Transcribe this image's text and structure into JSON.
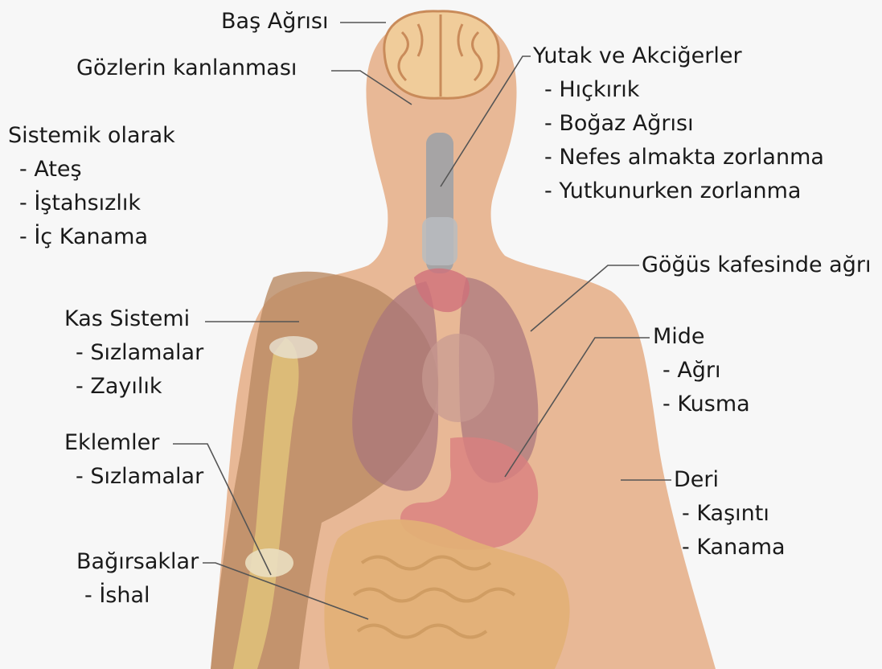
{
  "labels": {
    "headache": "Baş Ağrısı",
    "eye_redness": "Gözlerin kanlanması",
    "systemic": {
      "title": "Sistemik olarak",
      "items": [
        "- Ateş",
        "- İştahsızlık",
        "- İç Kanama"
      ]
    },
    "throat_lungs": {
      "title": "Yutak ve Akciğerler",
      "items": [
        "- Hıçkırık",
        "- Boğaz Ağrısı",
        "- Nefes almakta zorlanma",
        "- Yutkunurken zorlanma"
      ]
    },
    "chest_pain": "Göğüs kafesinde ağrı",
    "muscular": {
      "title": "Kas Sistemi",
      "items": [
        "- Sızlamalar",
        "- Zayılık"
      ]
    },
    "stomach": {
      "title": "Mide",
      "items": [
        "- Ağrı",
        "- Kusma"
      ]
    },
    "joints": {
      "title": "Eklemler",
      "items": [
        "- Sızlamalar"
      ]
    },
    "skin": {
      "title": "Deri",
      "items": [
        "- Kaşıntı",
        "- Kanama"
      ]
    },
    "intestines": {
      "title": "Bağırsaklar",
      "items": [
        "- İshal"
      ]
    }
  },
  "colors": {
    "background": "#f7f7f7",
    "skin": "#e8b896",
    "muscle": "#b98a63",
    "lung": "#a8747c",
    "stomach": "#d98080",
    "intestine": "#e2b076",
    "brain": "#f0cc9a",
    "trachea": "#9aa0a8",
    "leader_line": "#555555",
    "text": "#1a1a1a"
  }
}
